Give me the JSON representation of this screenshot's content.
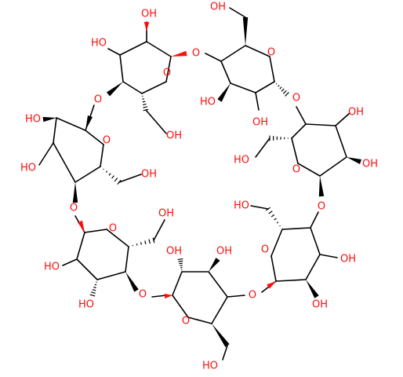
{
  "labels": {
    "oh": "OH",
    "ho": "HO",
    "o": "O"
  },
  "colors": {
    "carbon_bond": "#000000",
    "oxygen": "#ff0d0d",
    "background": "#ffffff"
  }
}
